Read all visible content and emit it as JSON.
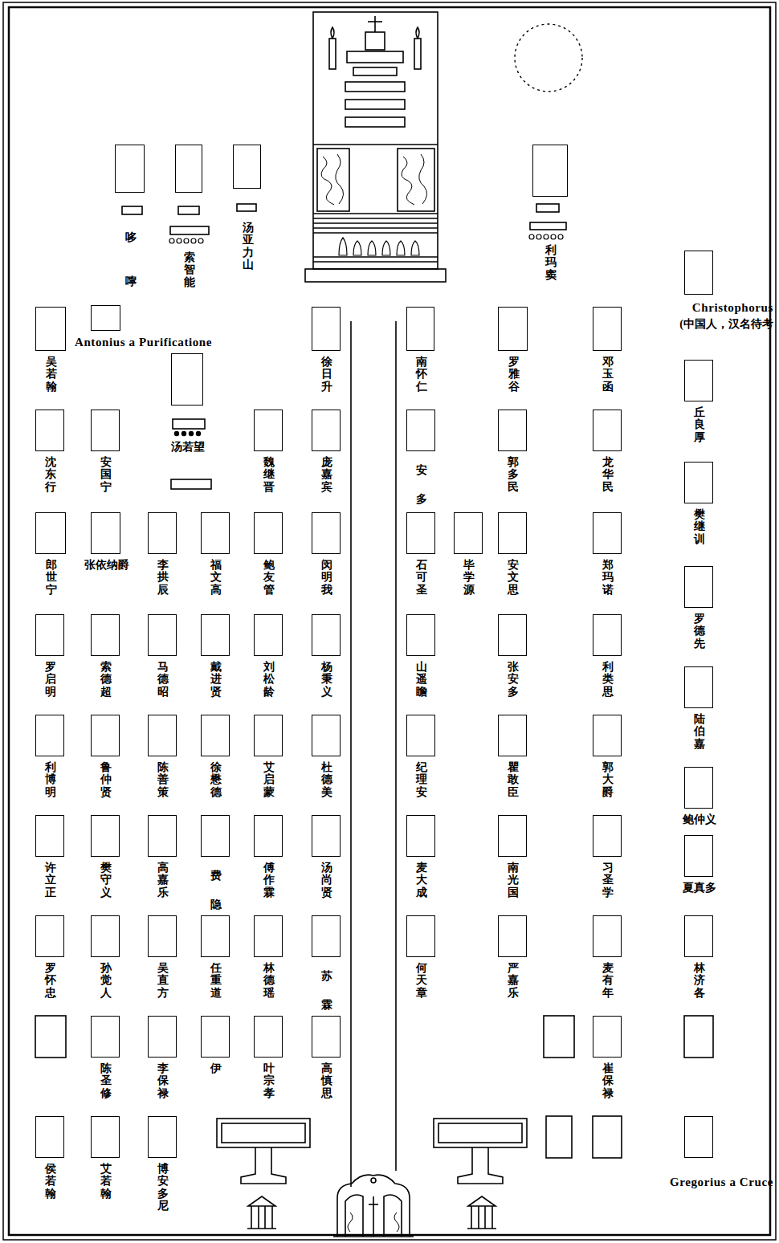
{
  "diagram": {
    "nodes": [
      {
        "text": [
          "哆嚀"
        ]
      },
      {
        "text": [
          "索智能"
        ]
      },
      {
        "text": [
          "汤亚力山"
        ]
      },
      {
        "text": [
          "利玛窦"
        ]
      },
      {
        "text": [
          "Christophorus",
          "(中国人，汉名待考"
        ]
      },
      {
        "text": [
          "吴若翰"
        ]
      },
      {
        "text": [
          "Antonius a Purificatione"
        ]
      },
      {
        "text": [
          "徐日升"
        ]
      },
      {
        "text": [
          "南怀仁"
        ]
      },
      {
        "text": [
          "罗雅谷"
        ]
      },
      {
        "text": [
          "邓玉函"
        ]
      },
      {
        "text": [
          "汤若望"
        ]
      },
      {
        "text": [
          "丘良厚"
        ]
      },
      {
        "text": [
          "沈东行"
        ]
      },
      {
        "text": [
          "安国宁"
        ]
      },
      {
        "text": [
          "魏继晋"
        ]
      },
      {
        "text": [
          "庞嘉宾"
        ]
      },
      {
        "text": [
          "安多"
        ]
      },
      {
        "text": [
          "郭多民"
        ]
      },
      {
        "text": [
          "龙华民"
        ]
      },
      {
        "text": [
          "樊继训"
        ]
      },
      {
        "text": [
          "郎世宁"
        ]
      },
      {
        "text": [
          "张依纳爵"
        ]
      },
      {
        "text": [
          "李拱辰"
        ]
      },
      {
        "text": [
          "福文高"
        ]
      },
      {
        "text": [
          "鲍友管"
        ]
      },
      {
        "text": [
          "闵明我"
        ]
      },
      {
        "text": [
          "石可圣"
        ]
      },
      {
        "text": [
          "毕学源"
        ]
      },
      {
        "text": [
          "安文思"
        ]
      },
      {
        "text": [
          "郑玛诺"
        ]
      },
      {
        "text": [
          "罗德先"
        ]
      },
      {
        "text": [
          "罗启明"
        ]
      },
      {
        "text": [
          "索德超"
        ]
      },
      {
        "text": [
          "马德昭"
        ]
      },
      {
        "text": [
          "戴进贤"
        ]
      },
      {
        "text": [
          "刘松龄"
        ]
      },
      {
        "text": [
          "杨秉义"
        ]
      },
      {
        "text": [
          "山遥瞻"
        ]
      },
      {
        "text": [
          "张安多"
        ]
      },
      {
        "text": [
          "利类思"
        ]
      },
      {
        "text": [
          "陆伯嘉"
        ]
      },
      {
        "text": [
          "利博明"
        ]
      },
      {
        "text": [
          "鲁仲贤"
        ]
      },
      {
        "text": [
          "陈善策"
        ]
      },
      {
        "text": [
          "徐懋德"
        ]
      },
      {
        "text": [
          "艾启蒙"
        ]
      },
      {
        "text": [
          "杜德美"
        ]
      },
      {
        "text": [
          "纪理安"
        ]
      },
      {
        "text": [
          "瞿敢臣"
        ]
      },
      {
        "text": [
          "郭大爵"
        ]
      },
      {
        "text": [
          "鲍仲义"
        ]
      },
      {
        "text": [
          "许立正"
        ]
      },
      {
        "text": [
          "樊守义"
        ]
      },
      {
        "text": [
          "高嘉乐"
        ]
      },
      {
        "text": [
          "费隐"
        ]
      },
      {
        "text": [
          "傅作霖"
        ]
      },
      {
        "text": [
          "汤尚贤"
        ]
      },
      {
        "text": [
          "麦大成"
        ]
      },
      {
        "text": [
          "南光国"
        ]
      },
      {
        "text": [
          "习圣学"
        ]
      },
      {
        "text": [
          "夏真多"
        ]
      },
      {
        "text": [
          "罗怀忠"
        ]
      },
      {
        "text": [
          "孙觉人"
        ]
      },
      {
        "text": [
          "吴直方"
        ]
      },
      {
        "text": [
          "任重道"
        ]
      },
      {
        "text": [
          "林德瑶"
        ]
      },
      {
        "text": [
          "苏霖"
        ]
      },
      {
        "text": [
          "何天章"
        ]
      },
      {
        "text": [
          "严嘉乐"
        ]
      },
      {
        "text": [
          "麦有年"
        ]
      },
      {
        "text": [
          "林济各"
        ]
      },
      {
        "text": [
          "陈圣修"
        ]
      },
      {
        "text": [
          "李保禄"
        ]
      },
      {
        "text": [
          "伊"
        ]
      },
      {
        "text": [
          "叶宗孝"
        ]
      },
      {
        "text": [
          "高慎思"
        ]
      },
      {
        "text": [
          "崔保禄"
        ]
      },
      {
        "text": [
          "侯若翰"
        ]
      },
      {
        "text": [
          "艾若翰"
        ]
      },
      {
        "text": [
          "博安多尼"
        ]
      },
      {
        "text": [
          "Gregorius a Cruce"
        ]
      }
    ]
  }
}
